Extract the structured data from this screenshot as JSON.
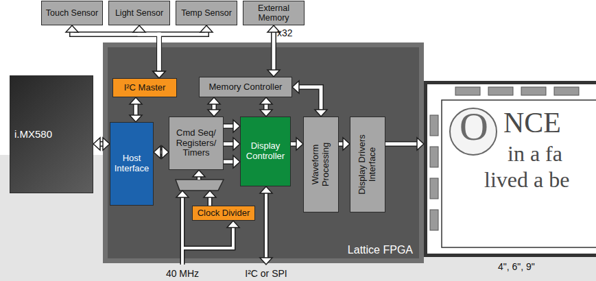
{
  "diagram": {
    "nodes": [
      {
        "text": [
          "Touch Sensor"
        ]
      },
      {
        "text": [
          "Light Sensor"
        ]
      },
      {
        "text": [
          "Temp Sensor"
        ]
      },
      {
        "text": [
          "External Memory"
        ]
      },
      {
        "text": [
          "i.MX580"
        ]
      },
      {
        "text": [
          "Lattice FPGA"
        ]
      },
      {
        "text": [
          "I²C Master"
        ],
        "in": 5
      },
      {
        "text": [
          "Memory Controller"
        ],
        "in": 5
      },
      {
        "text": [
          "Host Interface"
        ],
        "in": 5
      },
      {
        "text": [
          "Cmd Seq/ Registers/ Timers"
        ],
        "in": 5
      },
      {
        "text": [
          "Display Controller"
        ],
        "in": 5
      },
      {
        "text": [
          "Waveform Processing"
        ],
        "in": 5
      },
      {
        "text": [
          "Display Drivers Interface"
        ],
        "in": 5
      },
      {
        "text": [
          "Clock Divider"
        ],
        "in": 5
      },
      {
        "text": [
          "O",
          "NCE",
          "in a fa",
          "lived a be"
        ]
      }
    ],
    "edges": [
      {
        "from": 6,
        "to": 0,
        "arrow": "both"
      },
      {
        "from": 6,
        "to": 1,
        "arrow": "both"
      },
      {
        "from": 6,
        "to": 2,
        "arrow": "both"
      },
      {
        "from": 3,
        "to": 7,
        "arrow": "both"
      },
      {
        "from": 4,
        "to": 8,
        "arrow": "both"
      },
      {
        "from": 6,
        "to": 8,
        "arrow": "both"
      },
      {
        "from": 8,
        "to": 9,
        "arrow": "both"
      },
      {
        "from": 9,
        "to": 7,
        "arrow": "both"
      },
      {
        "from": 9,
        "to": 10,
        "arrow": "to"
      },
      {
        "from": 9,
        "to": 10,
        "arrow": "to"
      },
      {
        "from": 9,
        "to": 10,
        "arrow": "to"
      },
      {
        "from": 7,
        "to": 10,
        "arrow": "both"
      },
      {
        "from": 7,
        "to": 11,
        "arrow": "both"
      },
      {
        "from": 10,
        "to": 11,
        "arrow": "to"
      },
      {
        "from": 11,
        "to": 12,
        "arrow": "to"
      },
      {
        "from": 12,
        "to": 14,
        "arrow": "to"
      }
    ],
    "labels": [
      "x32",
      "40 MHz",
      "I²C or SPI",
      "4\", 6\", 9\""
    ]
  }
}
